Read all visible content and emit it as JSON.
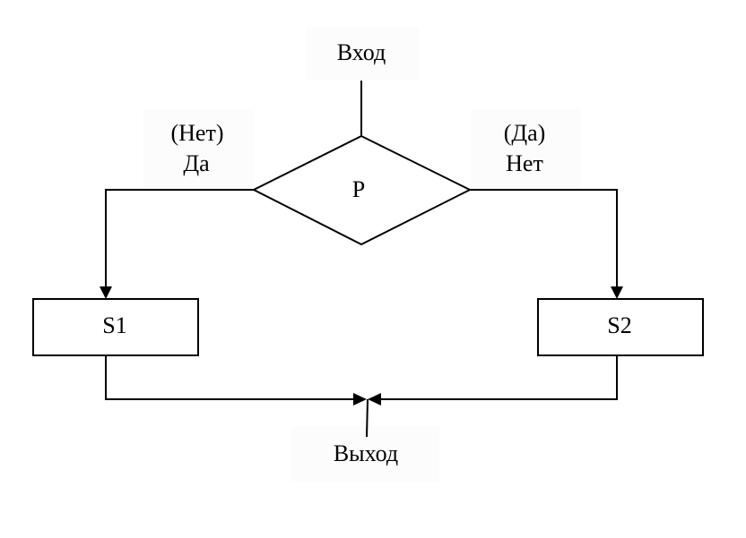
{
  "diagram": {
    "entry_label": "Вход",
    "exit_label": "Выход",
    "condition_label": "P",
    "left_branch": {
      "line1": "(Нет)",
      "line2": "Да"
    },
    "right_branch": {
      "line1": "(Да)",
      "line2": "Нет"
    },
    "left_block_label": "S1",
    "right_block_label": "S2"
  }
}
